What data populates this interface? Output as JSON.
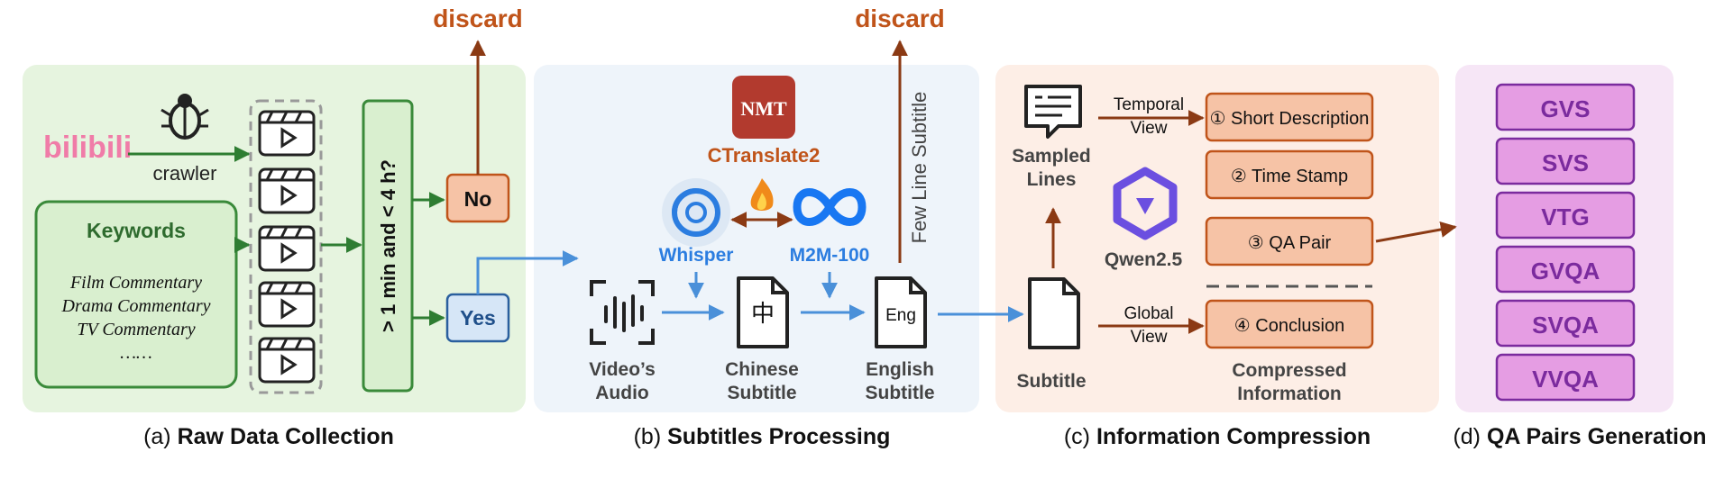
{
  "panels": {
    "a": {
      "prefix": "(a)",
      "title": "Raw Data Collection"
    },
    "b": {
      "prefix": "(b)",
      "title": "Subtitles Processing"
    },
    "c": {
      "prefix": "(c)",
      "title": "Information Compression"
    },
    "d": {
      "prefix": "(d)",
      "title": "QA Pairs Generation"
    }
  },
  "raw": {
    "source": "bilibili",
    "crawler": "crawler",
    "keywords_title": "Keywords",
    "keywords": [
      "Film Commentary",
      "Drama Commentary",
      "TV Commentary",
      "……"
    ],
    "filter": "> 1 min and < 4 h?",
    "no": "No",
    "yes": "Yes",
    "discard": "discard"
  },
  "subs": {
    "nmt": "NMT",
    "ctranslate": "CTranslate2",
    "whisper": "Whisper",
    "m2m": "M2M-100",
    "few_line": "Few Line Subtitle",
    "discard": "discard",
    "zh_glyph": "中",
    "eng_glyph": "Eng",
    "audio": [
      "Video’s",
      "Audio"
    ],
    "chinese": [
      "Chinese",
      "Subtitle"
    ],
    "english": [
      "English",
      "Subtitle"
    ]
  },
  "compress": {
    "sampled": [
      "Sampled",
      "Lines"
    ],
    "subtitle": "Subtitle",
    "qwen": "Qwen2.5",
    "temporal": [
      "Temporal",
      "View"
    ],
    "global": [
      "Global",
      "View"
    ],
    "items": [
      "① Short Description",
      "② Time Stamp",
      "③ QA Pair",
      "④ Conclusion"
    ],
    "compressed": [
      "Compressed",
      "Information"
    ]
  },
  "qa": {
    "tasks": [
      "GVS",
      "SVS",
      "VTG",
      "GVQA",
      "SVQA",
      "VVQA"
    ]
  },
  "colors": {
    "green_arrow": "#2e7d32",
    "blue_arrow": "#4a90d9",
    "brown_arrow": "#8b3a14",
    "discard": "#c0541a",
    "purple": "#7b2b9e"
  }
}
